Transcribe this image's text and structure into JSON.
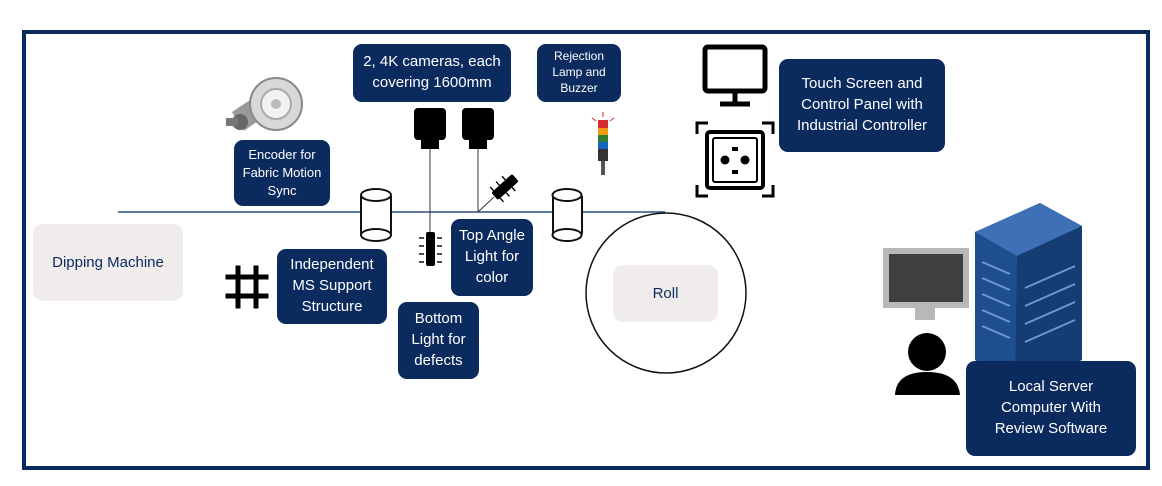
{
  "labels": {
    "cameras": "2, 4K cameras, each\ncovering 1600mm",
    "rejection": "Rejection\nLamp and\nBuzzer",
    "touch": "Touch Screen and\nControl Panel with\nIndustrial Controller",
    "encoder": "Encoder for\nFabric Motion\nSync",
    "support": "Independent\nMS Support\nStructure",
    "top_light": "Top Angle\nLight for\ncolor",
    "bottom_light": "Bottom\nLight for\ndefects",
    "server": "Local Server\nComputer With\nReview Software",
    "dipping": "Dipping Machine",
    "roll": "Roll"
  },
  "colors": {
    "navy": "#0b2a5e",
    "grey_box": "#efeceb",
    "line": "#2f4f7f"
  }
}
